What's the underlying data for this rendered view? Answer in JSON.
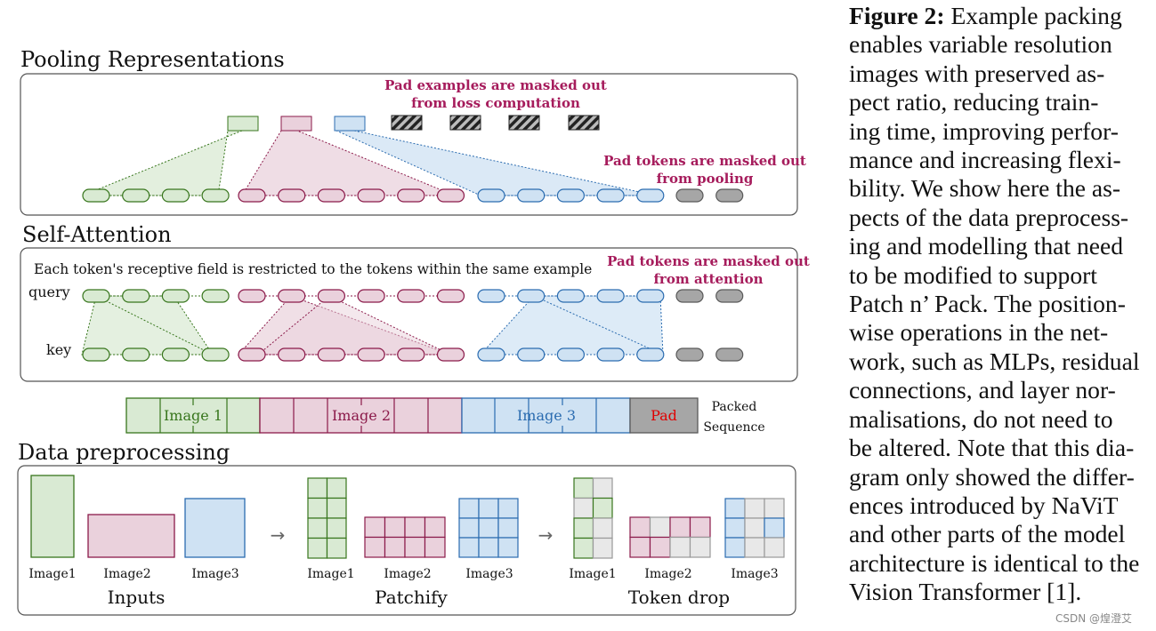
{
  "sections": {
    "pooling": "Pooling Representations",
    "self_attention": "Self-Attention",
    "data_preprocessing": "Data preprocessing"
  },
  "notes": {
    "pad_examples_1": "Pad examples are masked out",
    "pad_examples_2": "from loss computation",
    "pad_pool_1": "Pad tokens are masked out",
    "pad_pool_2": "from pooling",
    "receptive_field": "Each token's receptive field is restricted to the tokens within the same example",
    "pad_attn_1": "Pad tokens are masked out",
    "pad_attn_2": "from attention"
  },
  "attention": {
    "query": "query",
    "key": "key"
  },
  "packed": {
    "image1": "Image 1",
    "image2": "Image 2",
    "image3": "Image 3",
    "pad": "Pad",
    "label_1": "Packed",
    "label_2": "Sequence"
  },
  "preprocessing": {
    "image1": "Image1",
    "image2": "Image2",
    "image3": "Image3",
    "inputs": "Inputs",
    "patchify": "Patchify",
    "token_drop": "Token drop",
    "arrow": "→"
  },
  "colors": {
    "green_fill": "#d9ead3",
    "green_stroke": "#38761d",
    "pink_fill": "#ead1dc",
    "pink_stroke": "#8b1a4a",
    "blue_fill": "#cfe2f3",
    "blue_stroke": "#2b6cb0",
    "pad_fill": "#a6a6a6",
    "pad_stroke": "#595959",
    "note": "#a61c5c",
    "pad_text": "#e00000"
  },
  "caption": {
    "label": "Figure 2:",
    "lines": [
      " Example packing",
      "enables variable resolution",
      "images with preserved as-",
      "pect ratio, reducing train-",
      "ing time, improving perfor-",
      "mance and increasing flexi-",
      "bility. We show here the as-",
      "pects of the data preprocess-",
      "ing and modelling that need",
      "to be modified to support",
      "Patch n’ Pack. The position-",
      "wise operations in the net-",
      "work, such as MLPs, residual",
      "connections, and layer nor-",
      "malisations, do not need to",
      "be altered. Note that this dia-",
      "gram only showed the differ-",
      "ences introduced by NaViT",
      "and other parts of the model",
      "architecture is identical to the",
      "Vision Transformer [1]."
    ]
  },
  "watermark": "CSDN @煌澄艾"
}
